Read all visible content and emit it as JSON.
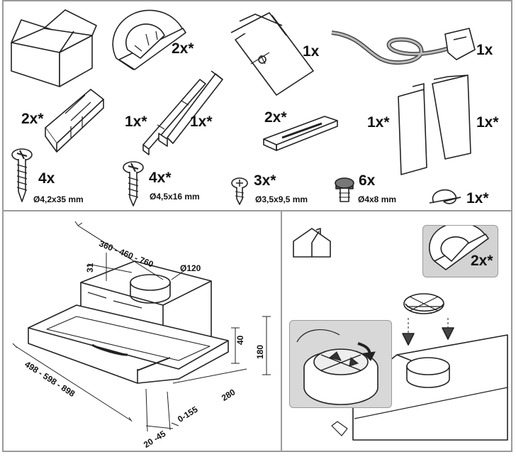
{
  "parts": {
    "box": {
      "icon": "cardboard-box-icon"
    },
    "flange": {
      "icon": "round-flange-icon",
      "qty": "2x*"
    },
    "manual": {
      "icon": "instruction-sheets-icon",
      "qty": "1x"
    },
    "cable": {
      "icon": "power-cable-icon",
      "qty": "1x"
    },
    "bracket": {
      "icon": "hood-bracket-icon",
      "qty": "2x*"
    },
    "rail_left": {
      "icon": "extension-rail-icon",
      "qty": "1x*"
    },
    "rail_right": {
      "icon": "extension-rail-icon",
      "qty": "1x*"
    },
    "strip": {
      "icon": "slotted-strip-icon",
      "qty": "2x*"
    },
    "panel_left": {
      "icon": "side-panel-icon",
      "qty": "1x*"
    },
    "panel_right": {
      "icon": "side-panel-icon",
      "qty": "1x*"
    },
    "screw_a": {
      "icon": "wood-screw-icon",
      "qty": "4x",
      "size": "Ø4,2x35 mm"
    },
    "screw_b": {
      "icon": "wood-screw-icon",
      "qty": "4x*",
      "size": "Ø4,5x16 mm"
    },
    "screw_c": {
      "icon": "small-screw-icon",
      "qty": "3x*",
      "size": "Ø3,5x9,5 mm"
    },
    "screw_d": {
      "icon": "machine-screw-icon",
      "qty": "6x",
      "size": "Ø4x8 mm"
    },
    "clip": {
      "icon": "cable-clip-icon",
      "qty": "1x*"
    }
  },
  "dimensions": {
    "top_width": "360 - 460 - 760",
    "offset": "31",
    "diameter": "Ø120",
    "depth": "40",
    "height": "180",
    "length": "498 - 598 - 898",
    "reach": "280",
    "shift": "0-155",
    "margin": "20 -45"
  },
  "mounting": {
    "vent_icon": "house-vent-icon",
    "flange_qty": "2x*",
    "arrow_icon": "push-down-arrow-icon",
    "rotate_icon": "rotate-arrow-icon"
  }
}
